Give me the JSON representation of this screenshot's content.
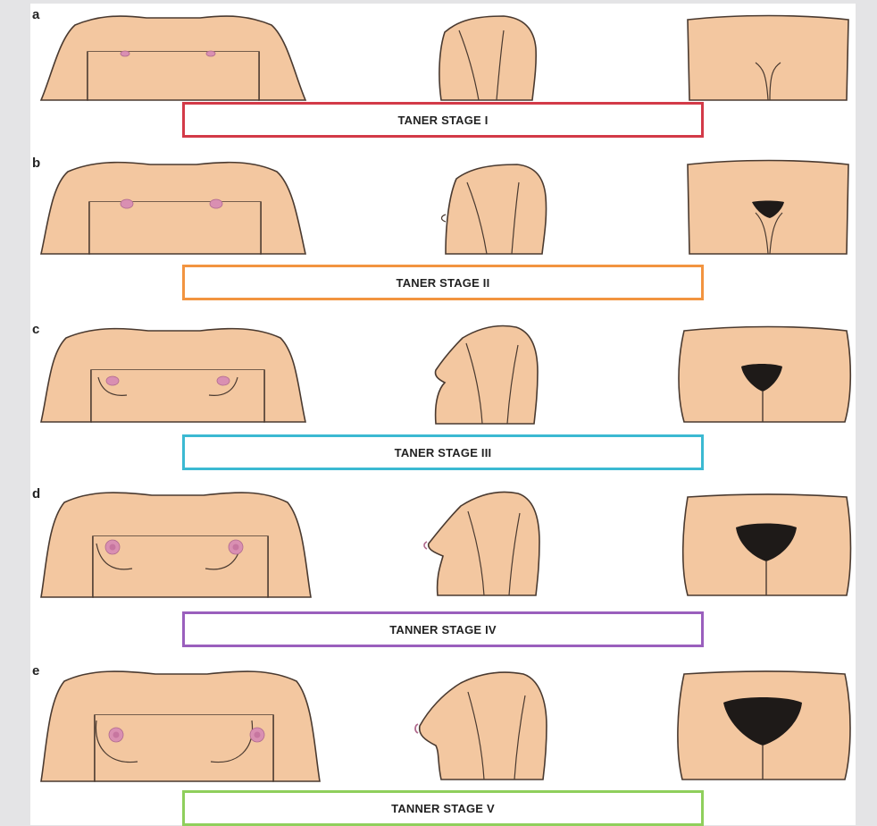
{
  "colors": {
    "skin": "#f3c7a0",
    "outline": "#4a3a30",
    "nipple": "#d98fb2",
    "hair": "#1e1a18",
    "page_bg": "#e4e4e6"
  },
  "stages": [
    {
      "letter": "a",
      "label": "TANER STAGE I",
      "border_color": "#d33a48"
    },
    {
      "letter": "b",
      "label": "TANER STAGE II",
      "border_color": "#f29440"
    },
    {
      "letter": "c",
      "label": "TANER STAGE III",
      "border_color": "#3bb9d2"
    },
    {
      "letter": "d",
      "label": "TANNER STAGE IV",
      "border_color": "#9a5fbd"
    },
    {
      "letter": "e",
      "label": "TANNER STAGE V",
      "border_color": "#8fcf5c"
    }
  ]
}
